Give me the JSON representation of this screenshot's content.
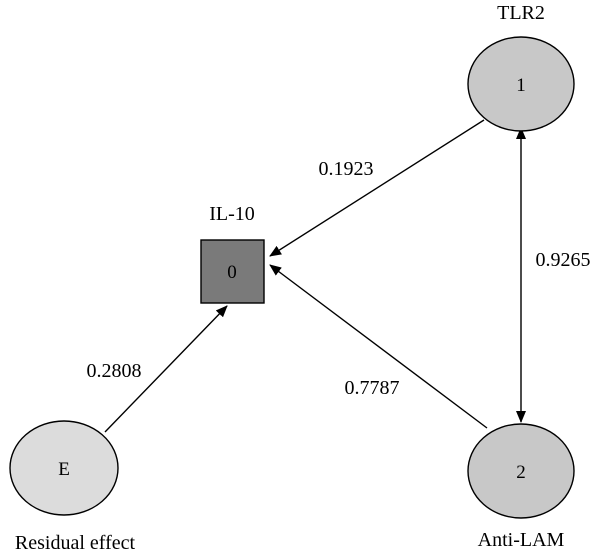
{
  "nodes": {
    "il10": {
      "name": "IL-10",
      "id": "0",
      "fill": "#7a7a7a"
    },
    "tlr2": {
      "name": "TLR2",
      "id": "1",
      "fill": "#c8c8c8"
    },
    "antilam": {
      "name": "Anti-LAM",
      "id": "2",
      "fill": "#c8c8c8"
    },
    "residual": {
      "name": "Residual effect",
      "id": "E",
      "fill": "#dcdcdc"
    }
  },
  "edges": {
    "tlr2_to_il10": "0.1923",
    "antilam_to_il10": "0.7787",
    "residual_to_il10": "0.2808",
    "tlr2_antilam": "0.9265"
  }
}
